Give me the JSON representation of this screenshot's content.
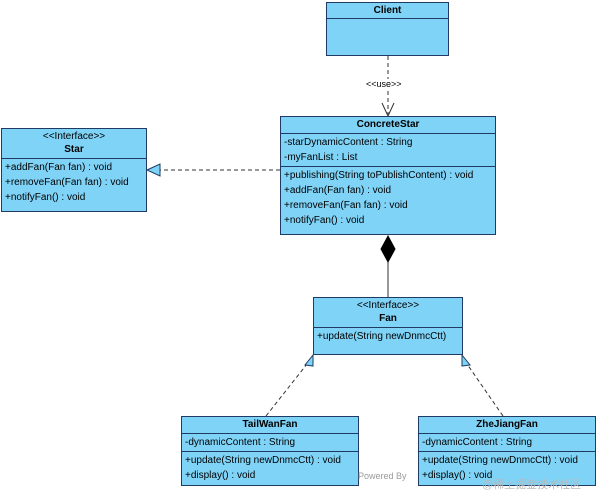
{
  "client": {
    "name": "Client"
  },
  "use_label": "<<use>>",
  "star": {
    "stereotype": "<<Interface>>",
    "name": "Star",
    "operations": [
      "+addFan(Fan fan) : void",
      "+removeFan(Fan fan) : void",
      "+notifyFan() : void"
    ]
  },
  "concrete_star": {
    "name": "ConcreteStar",
    "attributes": [
      "-starDynamicContent : String",
      "-myFanList : List"
    ],
    "operations": [
      "+publishing(String toPublishContent) : void",
      "+addFan(Fan fan) : void",
      "+removeFan(Fan fan) : void",
      "+notifyFan() : void"
    ]
  },
  "fan": {
    "stereotype": "<<Interface>>",
    "name": "Fan",
    "operations": [
      "+update(String newDnmcCtt)"
    ]
  },
  "tailwan_fan": {
    "name": "TailWanFan",
    "attributes": [
      "-dynamicContent : String"
    ],
    "operations": [
      "+update(String newDnmcCtt) : void",
      "+display() : void"
    ]
  },
  "zhejiang_fan": {
    "name": "ZheJiangFan",
    "attributes": [
      "-dynamicContent : String"
    ],
    "operations": [
      "+update(String newDnmcCtt) : void",
      "+display() : void"
    ]
  },
  "watermark": {
    "powered_by": "Powered By",
    "site": "@稀土掘金技术社区"
  }
}
